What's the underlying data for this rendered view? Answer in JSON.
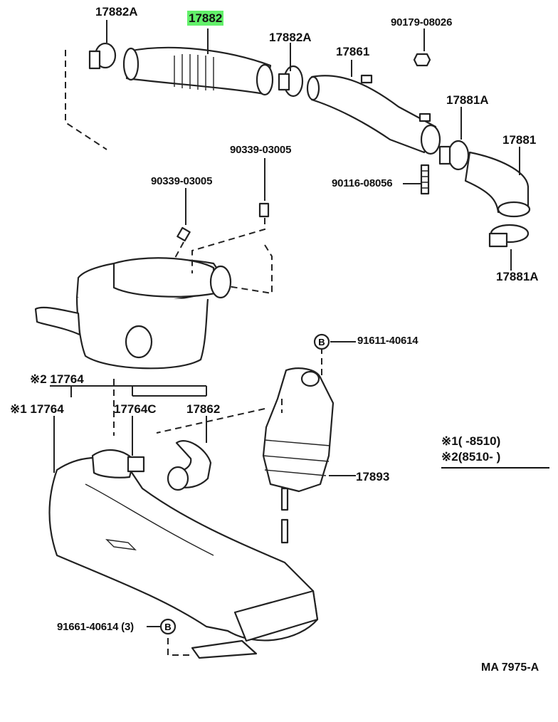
{
  "labels": {
    "p17882A_top": "17882A",
    "p17882": "17882",
    "p17882A_mid": "17882A",
    "p17861": "17861",
    "p90179": "90179-08026",
    "p17881A_top": "17881A",
    "p17881": "17881",
    "p90116": "90116-08056",
    "p17881A_bot": "17881A",
    "p90339_right": "90339-03005",
    "p90339_left": "90339-03005",
    "p91611": "91611-40614",
    "p17764_2": "※2 17764",
    "p17764_1": "※1 17764",
    "p17764C": "17764C",
    "p17862": "17862",
    "p17893": "17893",
    "p91661": "91661-40614 (3)",
    "bolt_mark_top": "B",
    "bolt_mark_bottom": "B"
  },
  "legend": {
    "line1_mark": "※1",
    "line1_range": "(      -8510)",
    "line2_mark": "※2",
    "line2_range": "(8510-        )"
  },
  "footer": {
    "code": "MA  7975-A"
  },
  "highlight_color": "#62f06a"
}
